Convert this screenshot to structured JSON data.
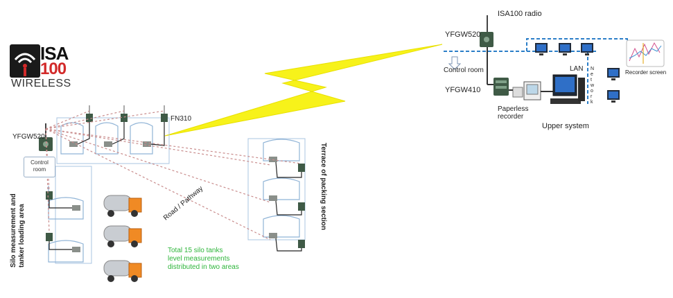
{
  "logo": {
    "brand_top": "ISA",
    "brand_num": "100",
    "brand_sub": "WIRELESS"
  },
  "right_system": {
    "radio_label": "ISA100 radio",
    "gateway_label": "YFGW520",
    "control_room_label": "Control room",
    "io_label": "YFGW410",
    "recorder_label_1": "Paperless",
    "recorder_label_2": "recorder",
    "lan_label": "LAN",
    "network_letters": [
      "N",
      "e",
      "t",
      "w",
      "o",
      "r",
      "k"
    ],
    "recorder_screen_label": "Recorder screen",
    "upper_system_label": "Upper system"
  },
  "left_system": {
    "gateway_label": "YFGW520",
    "control_room_label_1": "Control",
    "control_room_label_2": "room",
    "field_node_label": "FN310",
    "silo_area_label_1": "Silo measurement and",
    "silo_area_label_2": "tanker loading area",
    "road_label": "Road / Pathway",
    "terrace_label": "Terrace of packing section",
    "note_lines": [
      "Total 15 silo tanks",
      "level measurements",
      "distributed in two areas"
    ]
  },
  "colors": {
    "lightning": "#f7f21a",
    "link_dashed": "#c98c8c",
    "lan_dashed": "#2b7ec8",
    "tank_outline": "#8fb3d6",
    "note_green": "#2db53a",
    "logo_red": "#d22a2a"
  }
}
